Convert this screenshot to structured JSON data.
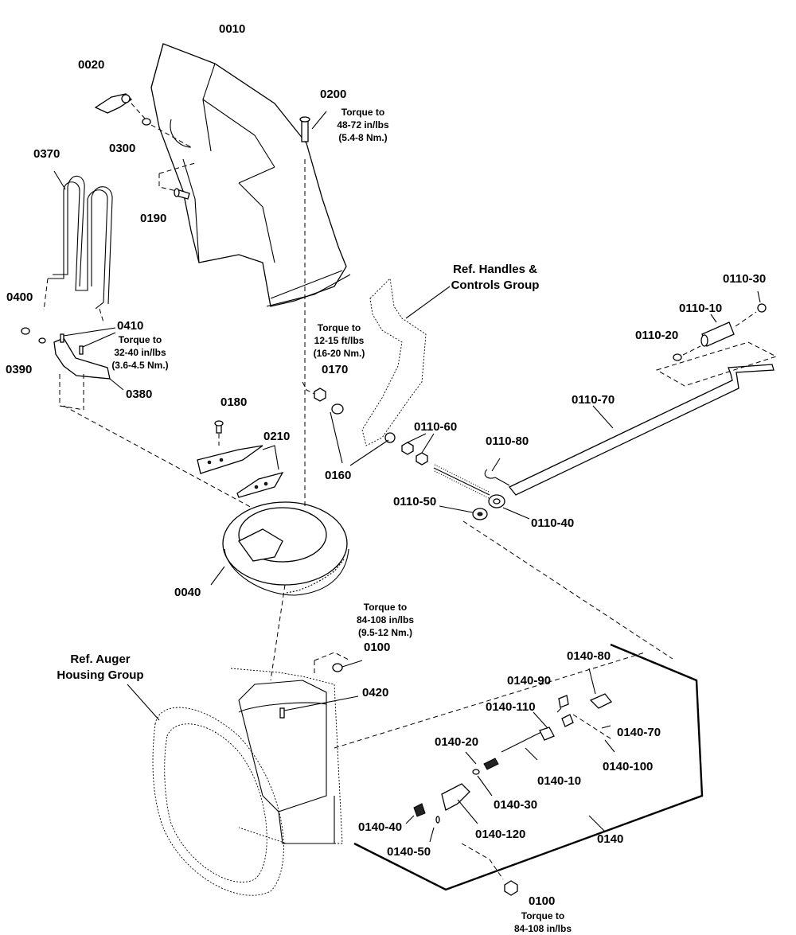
{
  "parts": {
    "p0010": "0010",
    "p0020": "0020",
    "p0300": "0300",
    "p0200": "0200",
    "p0370": "0370",
    "p0190": "0190",
    "p0400": "0400",
    "p0390": "0390",
    "p0410": "0410",
    "p0380": "0380",
    "p0170": "0170",
    "p0160": "0160",
    "p0180": "0180",
    "p0210": "0210",
    "p0040": "0040",
    "p0100a": "0100",
    "p0100b": "0100",
    "p0420": "0420",
    "p0110_30": "0110-30",
    "p0110_10": "0110-10",
    "p0110_20": "0110-20",
    "p0110_70": "0110-70",
    "p0110_60": "0110-60",
    "p0110_80": "0110-80",
    "p0110_50": "0110-50",
    "p0110_40": "0110-40",
    "p0140_80": "0140-80",
    "p0140_90": "0140-90",
    "p0140_110": "0140-110",
    "p0140_70": "0140-70",
    "p0140_100": "0140-100",
    "p0140_20": "0140-20",
    "p0140_10": "0140-10",
    "p0140_30": "0140-30",
    "p0140_40": "0140-40",
    "p0140_120": "0140-120",
    "p0140": "0140",
    "p0140_50": "0140-50"
  },
  "notes": {
    "n0200": [
      "Torque to",
      "48-72 in/lbs",
      "(5.4-8 Nm.)"
    ],
    "n0410": [
      "Torque to",
      "32-40 in/lbs",
      "(3.6-4.5 Nm.)"
    ],
    "n0170": [
      "Torque to",
      "12-15 ft/lbs",
      "(16-20 Nm.)"
    ],
    "n0100a": [
      "Torque to",
      "84-108 in/lbs",
      "(9.5-12 Nm.)"
    ],
    "n0100b": [
      "Torque to",
      "84-108 in/lbs"
    ]
  },
  "refs": {
    "handles": [
      "Ref. Handles &",
      "Controls Group"
    ],
    "auger": [
      "Ref. Auger",
      "Housing Group"
    ]
  }
}
